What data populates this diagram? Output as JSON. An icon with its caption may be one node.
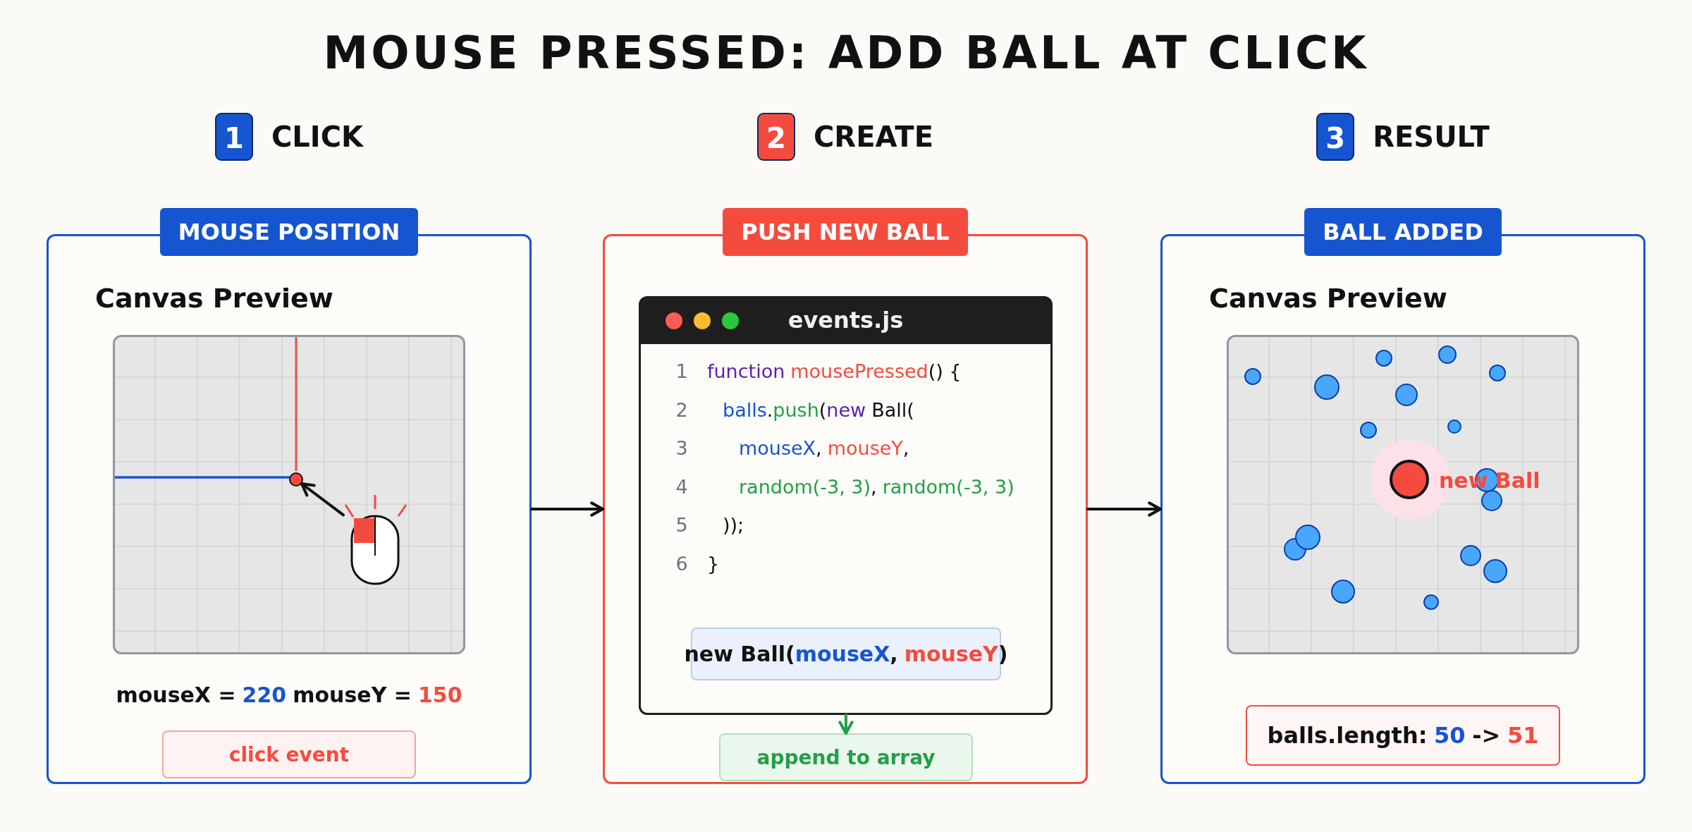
{
  "diagram": {
    "title": "MOUSE PRESSED: ADD BALL AT CLICK",
    "nodes": [
      {
        "text": [
          "MOUSE POSITION"
        ],
        "beside": [
          "1",
          "CLICK"
        ]
      },
      {
        "text": [
          "Canvas Preview"
        ],
        "in": 0
      },
      {
        "text": [],
        "shape": "circle",
        "in": 1
      },
      {
        "text": [],
        "shape": "mouse",
        "in": 1
      },
      {
        "text": [
          "click event"
        ],
        "in": 0
      },
      {
        "text": [
          "PUSH NEW BALL"
        ],
        "beside": [
          "2",
          "CREATE"
        ]
      },
      {
        "text": [
          "events.js"
        ],
        "in": 5
      },
      {
        "text": [
          "new Ball(",
          "mouseX",
          ",",
          "mouseY",
          ")"
        ],
        "in": 6
      },
      {
        "text": [
          "append to array"
        ],
        "in": 5
      },
      {
        "text": [
          "BALL ADDED"
        ],
        "beside": [
          "3",
          "RESULT"
        ]
      },
      {
        "text": [
          "Canvas Preview"
        ],
        "in": 9
      },
      {
        "text": [],
        "shape": "circle",
        "beside": [
          "new Ball"
        ],
        "in": 10
      },
      {
        "text": [
          "balls.length:",
          "50",
          "->",
          "51"
        ],
        "in": 9
      }
    ],
    "edges": [
      {
        "from": 0,
        "to": 5,
        "arrow": "to"
      },
      {
        "from": 5,
        "to": 9,
        "arrow": "to"
      },
      {
        "from": 3,
        "to": 2,
        "arrow": "to"
      },
      {
        "from": 6,
        "to": 8,
        "arrow": "to",
        "color": "#23a047"
      }
    ],
    "labels": [
      "mouseX =",
      "220",
      "mouseY =",
      "150",
      "1",
      "function",
      "mousePressed",
      "() {",
      "2",
      "balls",
      ".",
      "push",
      "(",
      "new",
      "Ball(",
      "3",
      "mouseX",
      ",",
      "mouseY",
      ",",
      "4",
      "random(-3, 3)",
      ",",
      "random(-3, 3)",
      "5",
      "));",
      "6",
      "}"
    ]
  }
}
